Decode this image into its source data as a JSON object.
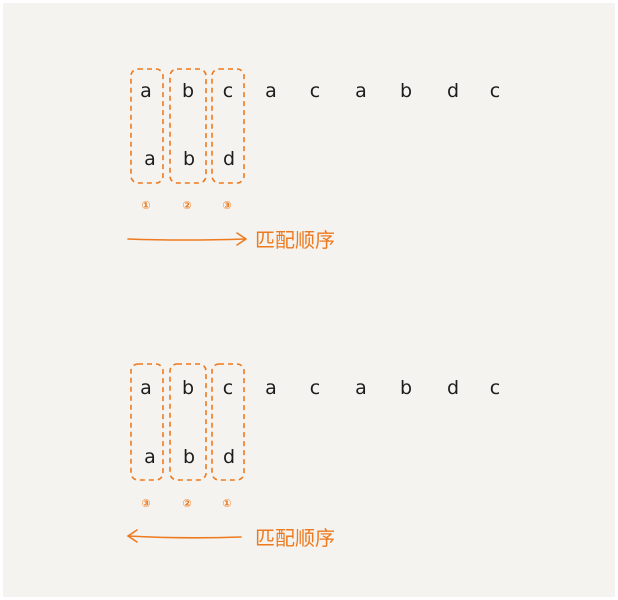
{
  "accent_color": "#ee7a1f",
  "ink_color": "#1c1c1c",
  "background_color": "#f4f3ef",
  "panels": [
    {
      "main_chars": [
        "a",
        "b",
        "c",
        "a",
        "c",
        "a",
        "b",
        "d",
        "c"
      ],
      "pattern_chars": [
        "a",
        "b",
        "d"
      ],
      "order_marks": [
        "①",
        "②",
        "③"
      ],
      "arrow_direction": "right",
      "arrow_label": "匹配顺序"
    },
    {
      "main_chars": [
        "a",
        "b",
        "c",
        "a",
        "c",
        "a",
        "b",
        "d",
        "c"
      ],
      "pattern_chars": [
        "a",
        "b",
        "d"
      ],
      "order_marks": [
        "③",
        "②",
        "①"
      ],
      "arrow_direction": "left",
      "arrow_label": "匹配顺序"
    }
  ]
}
